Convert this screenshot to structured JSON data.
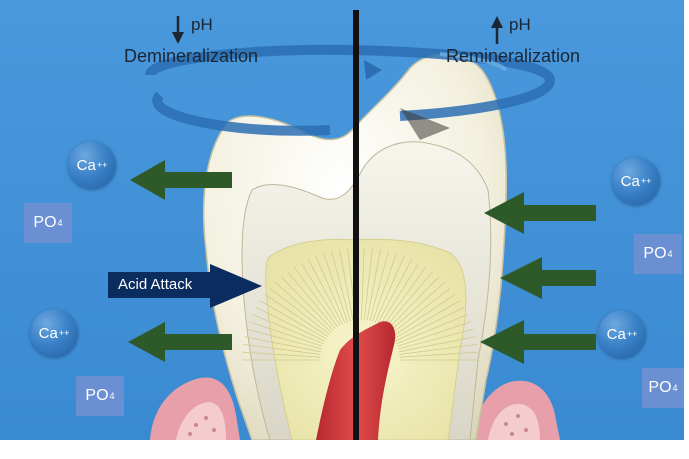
{
  "left": {
    "ph_symbol": "↓",
    "ph_label": "pH",
    "process": "Demineralization",
    "attack_label": "Acid Attack"
  },
  "right": {
    "ph_symbol": "↑",
    "ph_label": "pH",
    "process": "Remineralization"
  },
  "ions": {
    "calcium": "Ca",
    "calcium_charge": "++",
    "phosphate": "PO",
    "phosphate_subscript": "4"
  },
  "colors": {
    "background": "#3d8fd6",
    "arrow_green": "#2e5a2a",
    "acid_arrow": "#0b2c5e",
    "divider": "#111111",
    "pulp": "#d43a3c",
    "dentin": "#f1efbd",
    "enamel": "#f4f2e4",
    "gum": "#e59aa4"
  }
}
